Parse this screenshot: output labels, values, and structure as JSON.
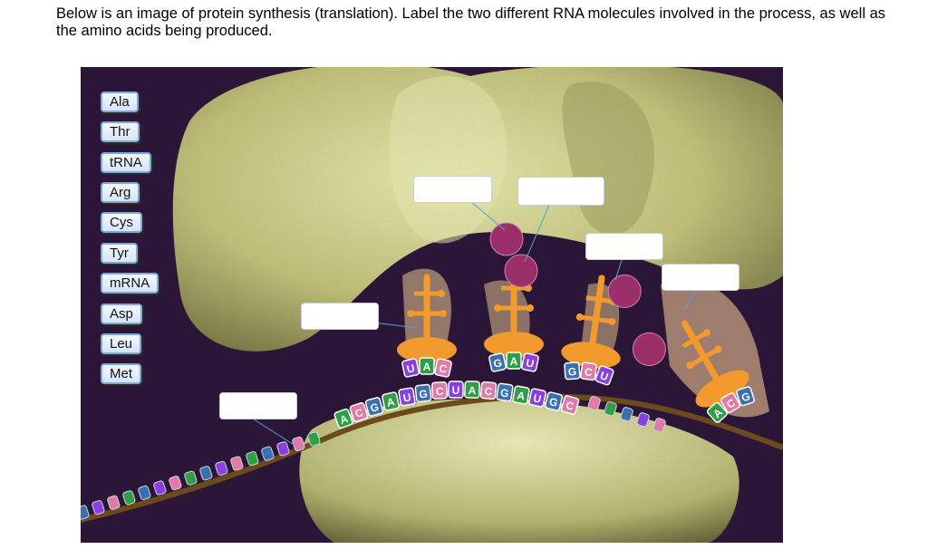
{
  "prompt": "Below is an image of protein synthesis (translation). Label the two different RNA molecules involved in the process, as well as the amino acids being produced.",
  "labels": [
    "Ala",
    "Thr",
    "tRNA",
    "Arg",
    "Cys",
    "Tyr",
    "mRNA",
    "Asp",
    "Leu",
    "Met"
  ],
  "anticodons": [
    {
      "bases": [
        "U",
        "A",
        "C"
      ]
    },
    {
      "bases": [
        "G",
        "A",
        "U"
      ]
    },
    {
      "bases": [
        "G",
        "C",
        "U"
      ]
    },
    {
      "bases": [
        "A",
        "C",
        "G"
      ]
    }
  ],
  "mrna_codons": [
    "A",
    "C",
    "G",
    "A",
    "U",
    "G",
    "C",
    "U",
    "A",
    "C",
    "G",
    "A",
    "U",
    "G",
    "C"
  ],
  "colors": {
    "A": "#2f9e46",
    "C": "#e27aa6",
    "G": "#3a6fb0",
    "U": "#8a3fe0",
    "amino_acid": "#9b2f6a",
    "trna": "#f29a2e",
    "ribosome": "#c9c985",
    "background": "#2c1638"
  }
}
